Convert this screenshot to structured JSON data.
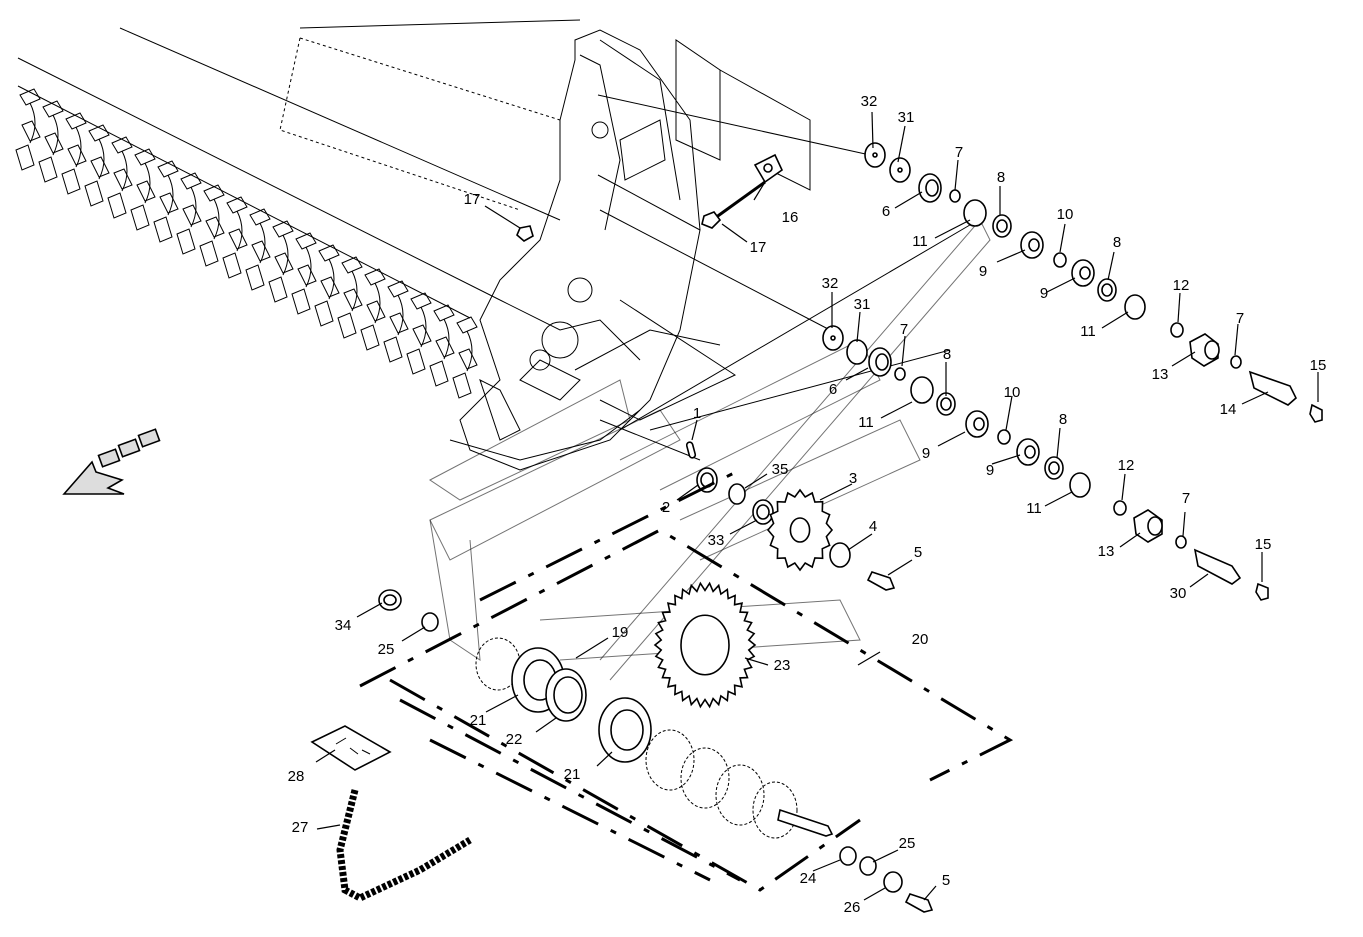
{
  "diagram": {
    "callouts": [
      {
        "id": "c32a",
        "text": "32"
      },
      {
        "id": "c31a",
        "text": "31"
      },
      {
        "id": "c7a",
        "text": "7"
      },
      {
        "id": "c6a",
        "text": "6"
      },
      {
        "id": "c8a",
        "text": "8"
      },
      {
        "id": "c11a",
        "text": "11"
      },
      {
        "id": "c10a",
        "text": "10"
      },
      {
        "id": "c9a",
        "text": "9"
      },
      {
        "id": "c9b",
        "text": "9"
      },
      {
        "id": "c8b",
        "text": "8"
      },
      {
        "id": "c11b",
        "text": "11"
      },
      {
        "id": "c12a",
        "text": "12"
      },
      {
        "id": "c7b",
        "text": "7"
      },
      {
        "id": "c13a",
        "text": "13"
      },
      {
        "id": "c15a",
        "text": "15"
      },
      {
        "id": "c14a",
        "text": "14"
      },
      {
        "id": "c17a",
        "text": "17"
      },
      {
        "id": "c16a",
        "text": "16"
      },
      {
        "id": "c17b",
        "text": "17"
      },
      {
        "id": "c32b",
        "text": "32"
      },
      {
        "id": "c31b",
        "text": "31"
      },
      {
        "id": "c7c",
        "text": "7"
      },
      {
        "id": "c6b",
        "text": "6"
      },
      {
        "id": "c8c",
        "text": "8"
      },
      {
        "id": "c11c",
        "text": "11"
      },
      {
        "id": "c10b",
        "text": "10"
      },
      {
        "id": "c9c",
        "text": "9"
      },
      {
        "id": "c9d",
        "text": "9"
      },
      {
        "id": "c8d",
        "text": "8"
      },
      {
        "id": "c11d",
        "text": "11"
      },
      {
        "id": "c12b",
        "text": "12"
      },
      {
        "id": "c7d",
        "text": "7"
      },
      {
        "id": "c13b",
        "text": "13"
      },
      {
        "id": "c15b",
        "text": "15"
      },
      {
        "id": "c30a",
        "text": "30"
      },
      {
        "id": "c1a",
        "text": "1"
      },
      {
        "id": "c35a",
        "text": "35"
      },
      {
        "id": "c2a",
        "text": "2"
      },
      {
        "id": "c3a",
        "text": "3"
      },
      {
        "id": "c33a",
        "text": "33"
      },
      {
        "id": "c4a",
        "text": "4"
      },
      {
        "id": "c5a",
        "text": "5"
      },
      {
        "id": "c34a",
        "text": "34"
      },
      {
        "id": "c25a",
        "text": "25"
      },
      {
        "id": "c19a",
        "text": "19"
      },
      {
        "id": "c20a",
        "text": "20"
      },
      {
        "id": "c23a",
        "text": "23"
      },
      {
        "id": "c21a",
        "text": "21"
      },
      {
        "id": "c22a",
        "text": "22"
      },
      {
        "id": "c21b",
        "text": "21"
      },
      {
        "id": "c28a",
        "text": "28"
      },
      {
        "id": "c27a",
        "text": "27"
      },
      {
        "id": "c24a",
        "text": "24"
      },
      {
        "id": "c25b",
        "text": "25"
      },
      {
        "id": "c26a",
        "text": "26"
      },
      {
        "id": "c5b",
        "text": "5"
      }
    ]
  }
}
